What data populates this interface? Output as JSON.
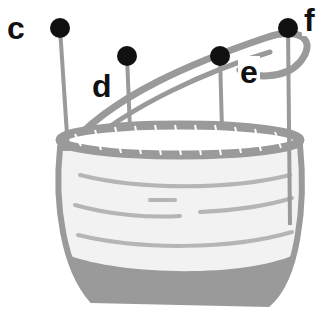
{
  "diagram": {
    "labels": [
      "c",
      "d",
      "e",
      "f"
    ]
  }
}
